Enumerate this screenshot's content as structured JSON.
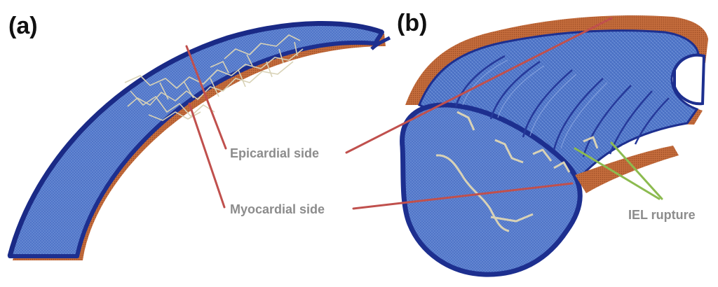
{
  "panels": [
    {
      "label": "(a)"
    },
    {
      "label": "(b)"
    }
  ],
  "annotations": {
    "epicardial": "Epicardial side",
    "myocardial": "Myocardial side",
    "iel_rupture": "IEL rupture"
  },
  "colors": {
    "intima_blue": "#4a6fc2",
    "intima_blue_light": "#6b8fd6",
    "lumen_edge_navy": "#1d2f8f",
    "adventitia_orange": "#c0693a",
    "iel_crack": "#d8d2b6",
    "callout_line_red": "#c0504d",
    "callout_line_green": "#8cbb4f",
    "callout_text_gray": "#8c8c8c"
  }
}
